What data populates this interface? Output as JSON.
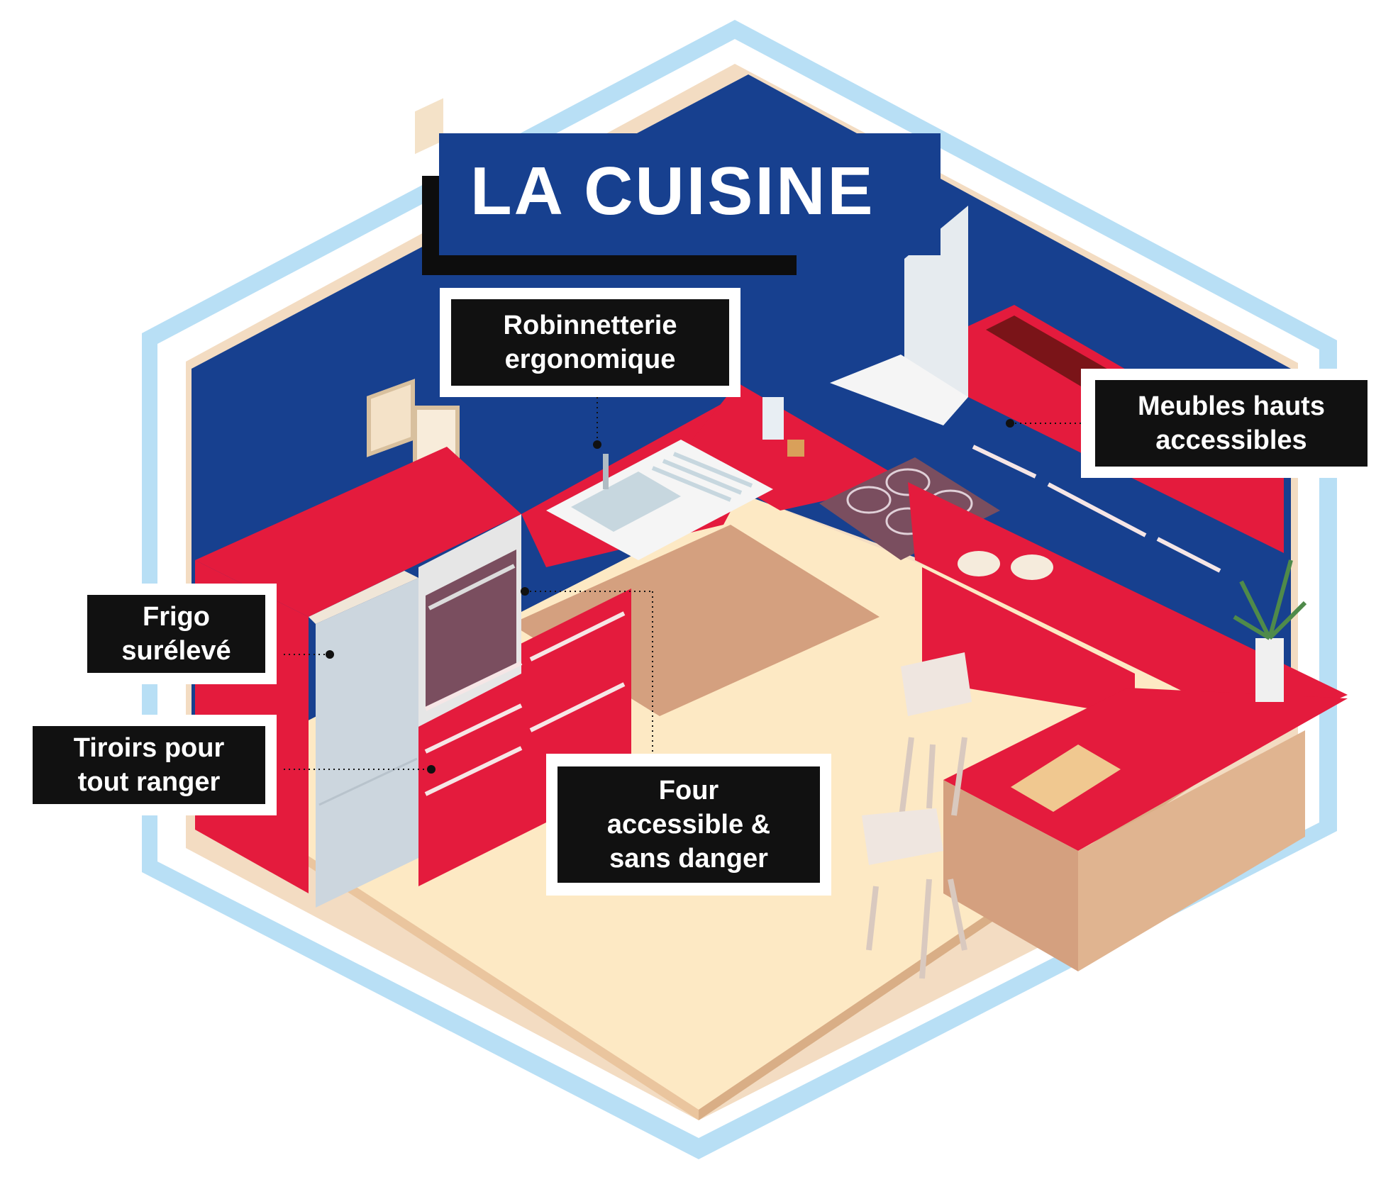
{
  "title": "LA CUISINE",
  "callouts": {
    "robinetterie": {
      "line1": "Robinnetterie",
      "line2": "ergonomique"
    },
    "meubles": {
      "line1": "Meubles hauts",
      "line2": "accessibles"
    },
    "frigo": {
      "line1": "Frigo",
      "line2": "surélevé"
    },
    "tiroirs": {
      "line1": "Tiroirs pour",
      "line2": "tout ranger"
    },
    "four": {
      "line1": "Four",
      "line2": "accessible &",
      "line3": "sans danger"
    }
  },
  "colors": {
    "frame": "#b8dff5",
    "wall": "#17408f",
    "cabinet_red": "#e41b3d",
    "floor": "#fde9c4",
    "floor_rug": "#d4a07f",
    "label_bg": "#111111",
    "label_text": "#ffffff"
  }
}
